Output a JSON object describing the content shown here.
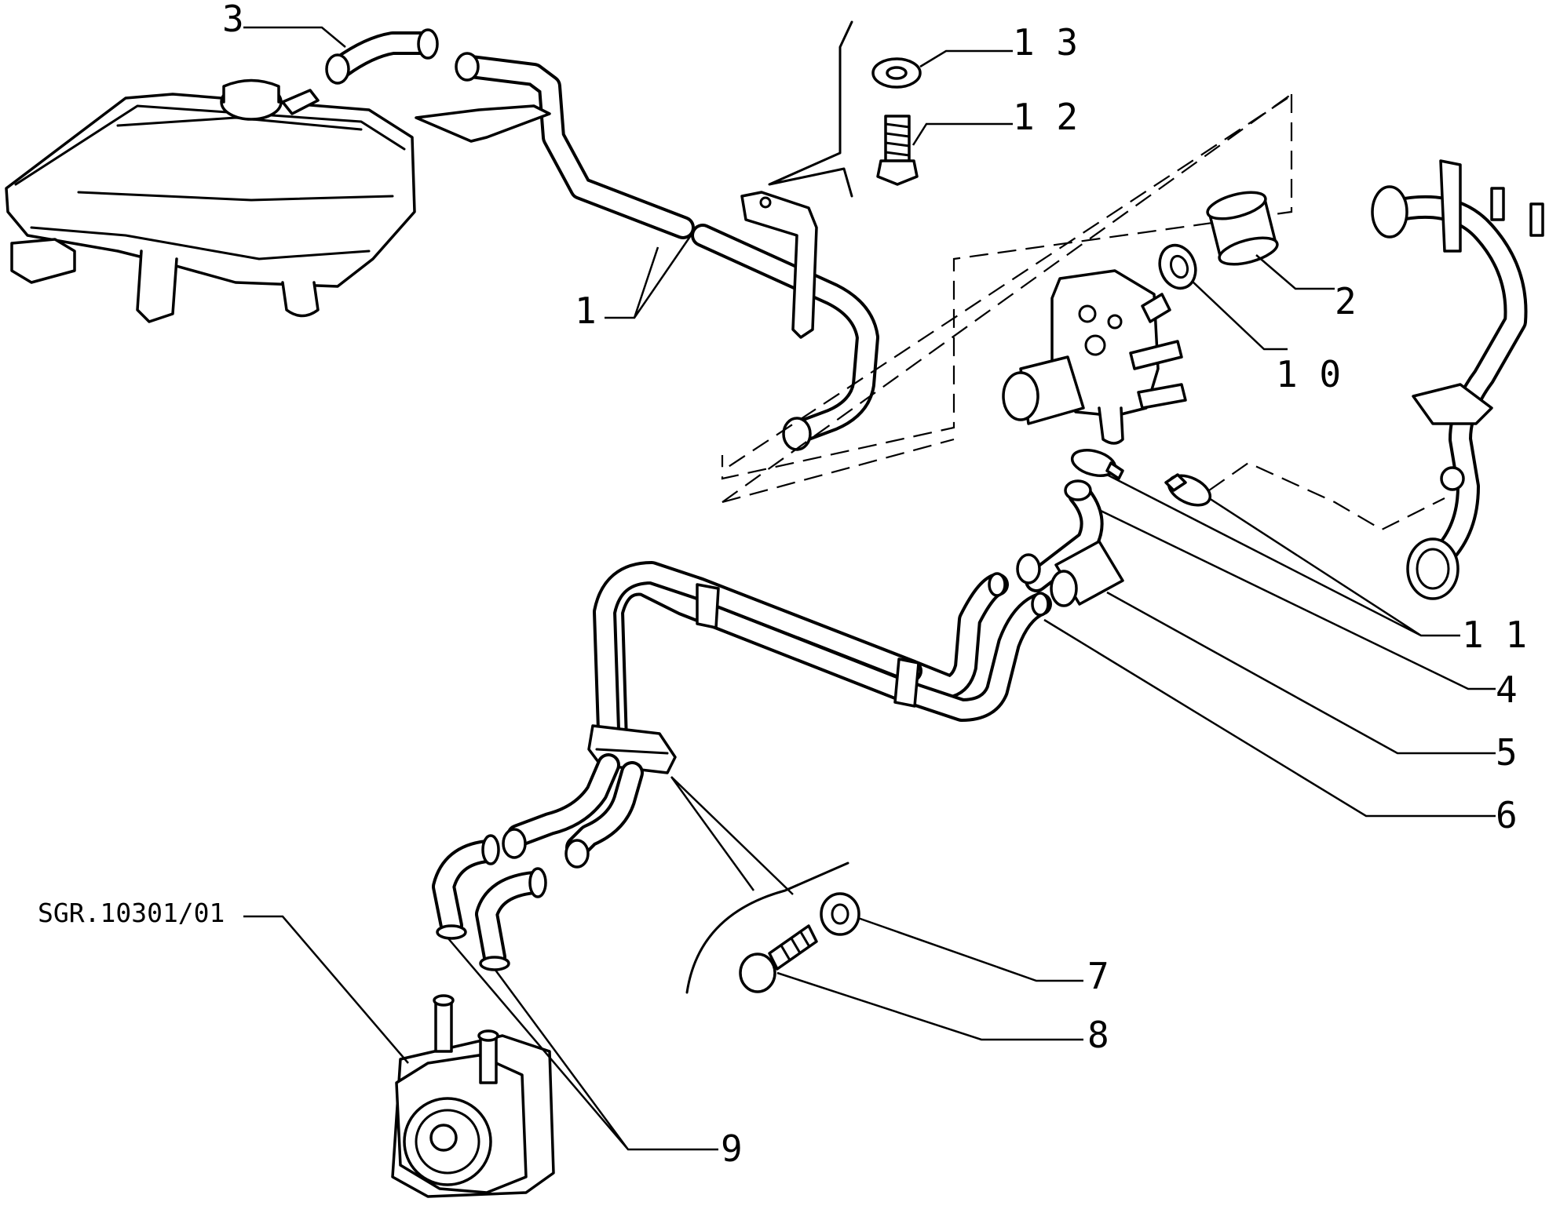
{
  "drawing_ref": "SGR.10301/01",
  "callouts": [
    {
      "id": "1",
      "label": "1"
    },
    {
      "id": "2",
      "label": "2"
    },
    {
      "id": "3",
      "label": "3"
    },
    {
      "id": "4",
      "label": "4"
    },
    {
      "id": "5",
      "label": "5"
    },
    {
      "id": "6",
      "label": "6"
    },
    {
      "id": "7",
      "label": "7"
    },
    {
      "id": "8",
      "label": "8"
    },
    {
      "id": "9",
      "label": "9"
    },
    {
      "id": "10",
      "label": "1 0"
    },
    {
      "id": "11",
      "label": "1 1"
    },
    {
      "id": "12",
      "label": "1 2"
    },
    {
      "id": "13",
      "label": "1 3"
    }
  ]
}
